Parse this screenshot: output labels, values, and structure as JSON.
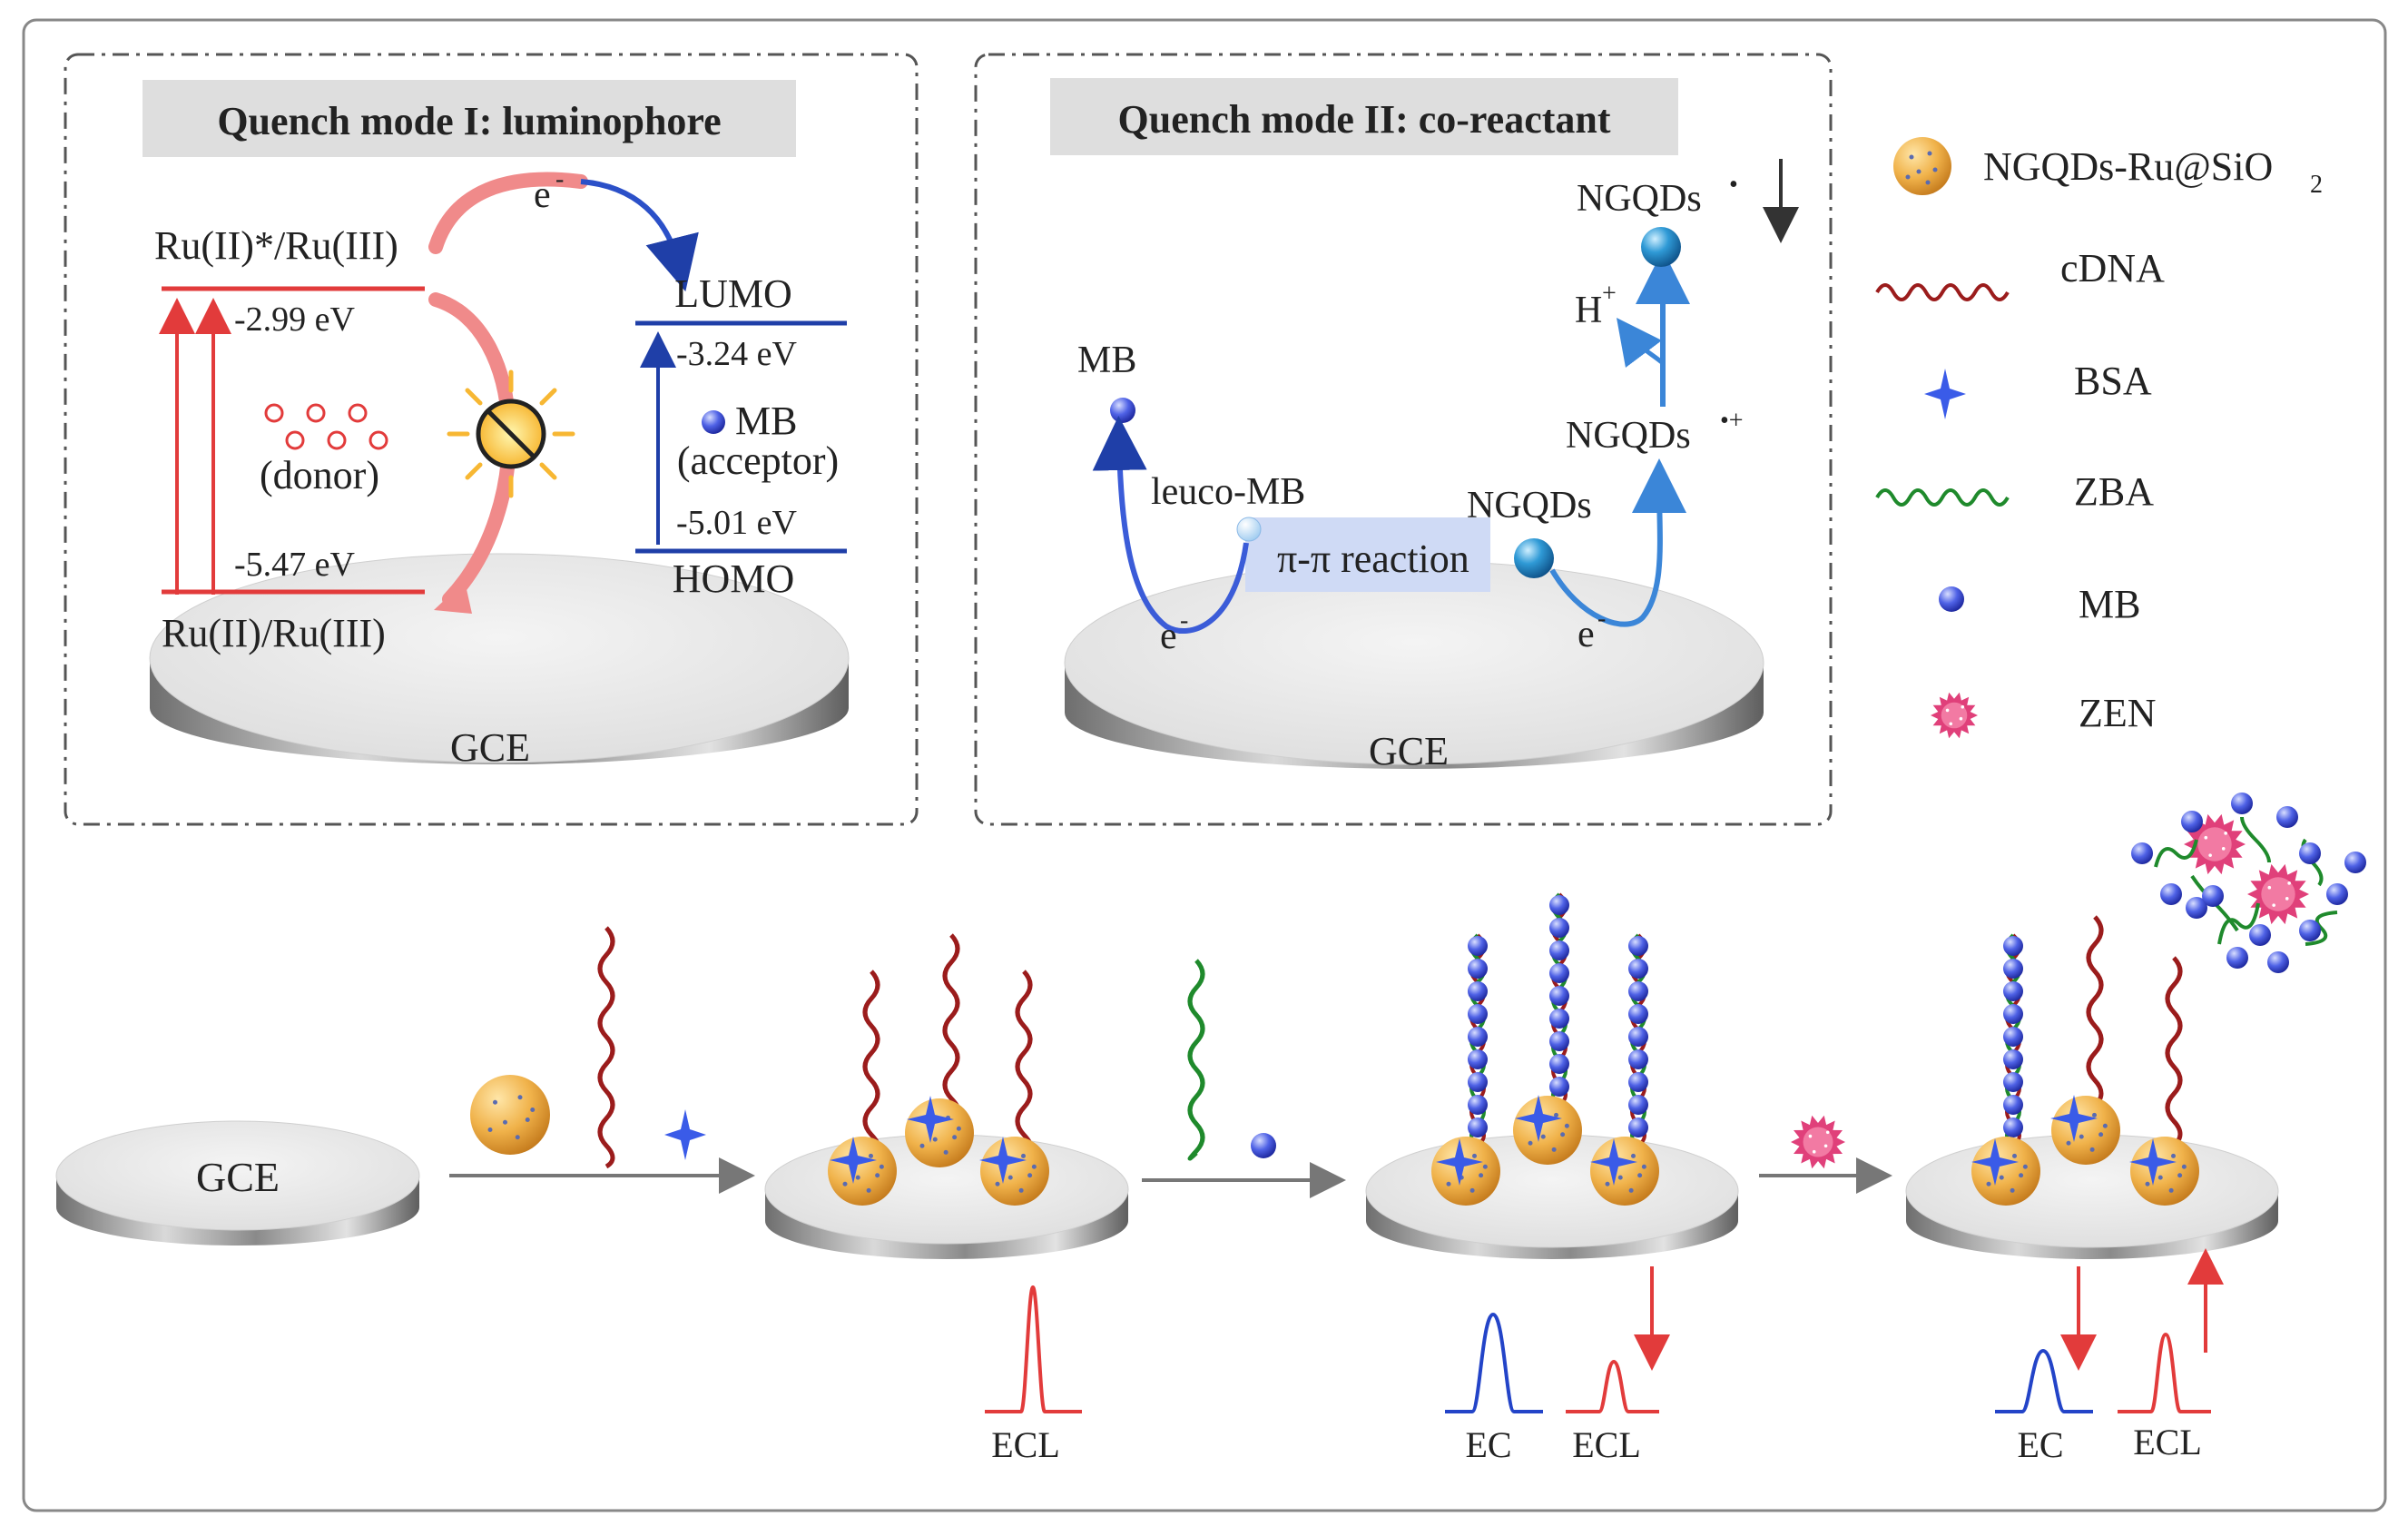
{
  "panel1": {
    "title": "Quench mode I: luminophore",
    "excited_state": "Ru(II)*/Ru(III)",
    "ground_state": "Ru(II)/Ru(III)",
    "energy_upper": "-2.99 eV",
    "energy_lower": "-5.47 eV",
    "donor_label": "(donor)",
    "electron": "e",
    "electron_sup": "-",
    "lumo": "LUMO",
    "homo": "HOMO",
    "lumo_energy": "-3.24 eV",
    "homo_energy": "-5.01 eV",
    "mb": "MB",
    "acceptor_label": "(acceptor)",
    "electrode": "GCE"
  },
  "panel2": {
    "title": "Quench mode II: co-reactant",
    "mb": "MB",
    "leuco_mb": "leuco-MB",
    "reaction": "π-π reaction",
    "ngqds": "NGQDs",
    "ngqds_cation": "NGQDs",
    "ngqds_cation_sup": "•+",
    "ngqds_radical": "NGQDs",
    "ngqds_radical_sup": "•",
    "proton": "H",
    "proton_sup": "+",
    "electron_left": "e",
    "electron_right": "e",
    "electron_sup": "-",
    "electrode": "GCE"
  },
  "legend": {
    "nanoparticle": "NGQDs-Ru@SiO",
    "nanoparticle_sub": "2",
    "cdna": "cDNA",
    "bsa": "BSA",
    "zba": "ZBA",
    "mb": "MB",
    "zen": "ZEN"
  },
  "workflow": {
    "electrode": "GCE",
    "ecl": "ECL",
    "ec": "EC"
  },
  "colors": {
    "nanoparticle": "#e8a23a",
    "cdna": "#9b1c1c",
    "zba": "#1f8a2c",
    "bsa": "#3a5be8",
    "mb": "#2b3fd6",
    "zen": "#e0407a",
    "ecl": "#e23b3b",
    "ec": "#2344c8",
    "arrow_blue": "#3b86d8",
    "title_bg": "#dedede"
  }
}
